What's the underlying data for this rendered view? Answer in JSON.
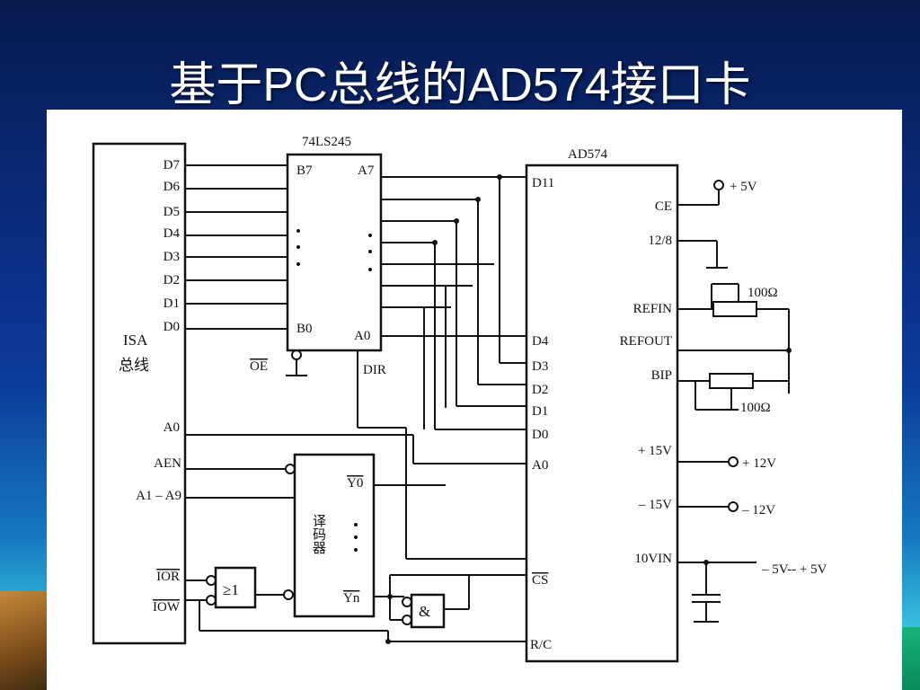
{
  "slide": {
    "title": "基于PC总线的AD574接口卡"
  },
  "diagram": {
    "isa": {
      "name_line1": "ISA",
      "name_line2": "总线",
      "data_pins": [
        "D7",
        "D6",
        "D5",
        "D4",
        "D3",
        "D2",
        "D1",
        "D0"
      ],
      "a0": "A0",
      "aen": "AEN",
      "addr": "A1 – A9",
      "ior": "IOR",
      "iow": "IOW"
    },
    "buffer": {
      "name": "74LS245",
      "b7": "B7",
      "a7": "A7",
      "b0": "B0",
      "a0": "A0",
      "oe": "OE",
      "dir": "DIR"
    },
    "decoder": {
      "name": "译码器",
      "y0": "Y0",
      "yn": "Yn"
    },
    "or_gate": {
      "symbol": "≥1"
    },
    "and_gate": {
      "symbol": "&"
    },
    "adc": {
      "name": "AD574",
      "d11": "D11",
      "d4": "D4",
      "d3": "D3",
      "d2": "D2",
      "d1": "D1",
      "d0": "D0",
      "a0": "A0",
      "cs": "CS",
      "rc": "R/C",
      "ce": "CE",
      "pin_12_8": "12/8",
      "refin": "REFIN",
      "refout": "REFOUT",
      "bip": "BIP",
      "p15": "+ 15V",
      "m15": "– 15V",
      "vin": "10VIN"
    },
    "external": {
      "plus5": "+ 5V",
      "r1": "100Ω",
      "r2": "100Ω",
      "plus12": "+ 12V",
      "minus12": "– 12V",
      "input_range": "– 5V-- + 5V"
    }
  }
}
